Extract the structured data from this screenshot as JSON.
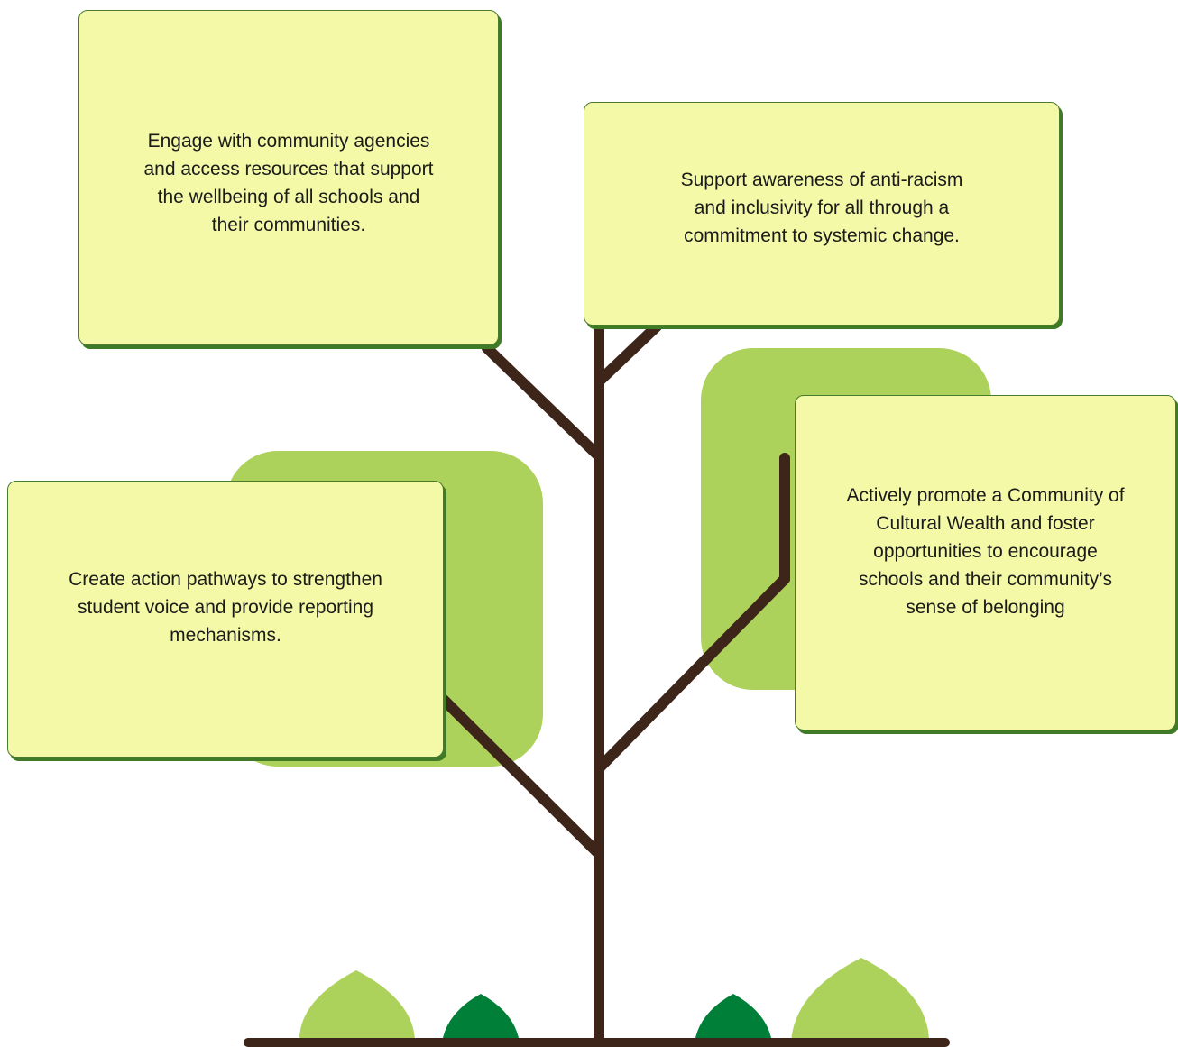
{
  "diagram": {
    "colors": {
      "card_fill": "#f3f9a7",
      "card_shadow": "#3f7a27",
      "backdrop": "#acd25c",
      "trunk": "#3d2519",
      "leaf_light": "#acd25c",
      "leaf_dark": "#007f38"
    },
    "cards": [
      {
        "id": "community-agencies",
        "text": "Engage with community agencies\nand access resources that support\nthe wellbeing of all schools and\ntheir communities."
      },
      {
        "id": "anti-racism",
        "text": "Support awareness of anti-racism\nand inclusivity for all through a\ncommitment to systemic change."
      },
      {
        "id": "student-voice",
        "text": "Create action pathways to strengthen\nstudent voice and  provide reporting\nmechanisms."
      },
      {
        "id": "cultural-wealth",
        "text": "Actively promote a Community of\nCultural Wealth and foster\nopportunities to encourage\nschools and their community’s\nsense of belonging"
      }
    ]
  }
}
